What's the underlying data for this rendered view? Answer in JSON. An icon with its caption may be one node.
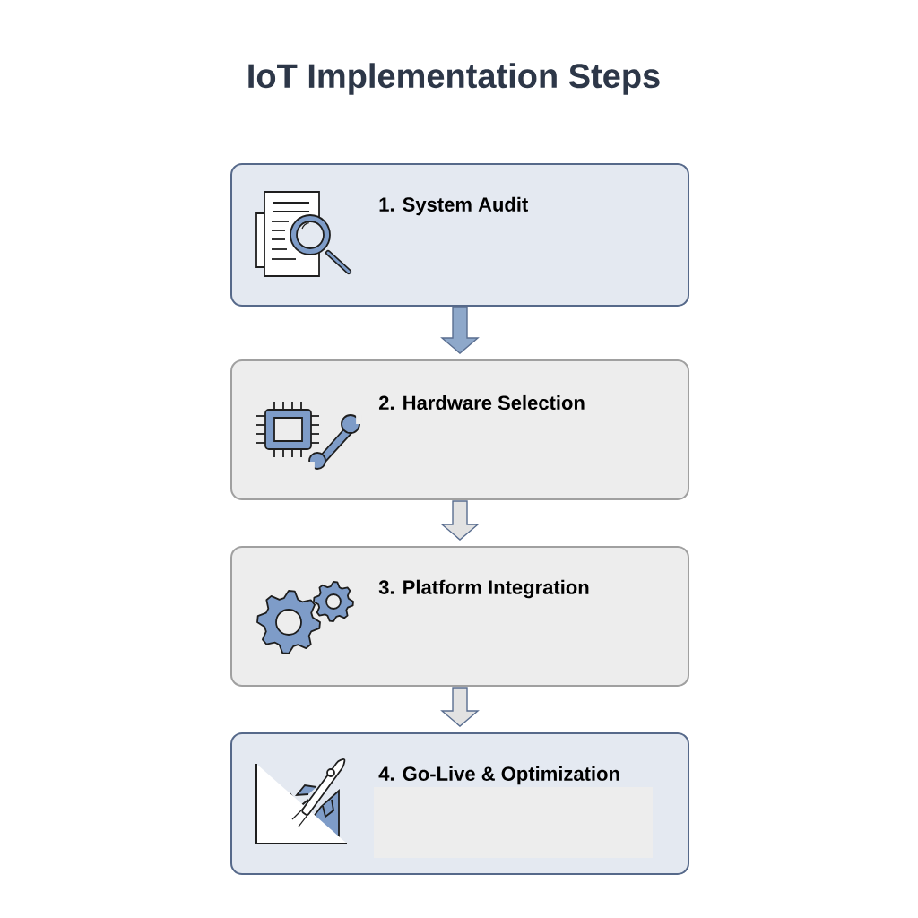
{
  "diagram": {
    "title": "IoT Implementation Steps",
    "nodes": [
      {
        "text": [
          "1. System Audit"
        ]
      },
      {
        "text": [
          "2. Hardware Selection"
        ]
      },
      {
        "text": [
          "3. Platform Integration"
        ]
      },
      {
        "text": [
          "4. Go-Live & Optimization"
        ]
      }
    ],
    "edges": [
      {
        "from": 0,
        "to": 1,
        "arrow": "to",
        "color": "#8ea8ca"
      },
      {
        "from": 1,
        "to": 2,
        "arrow": "to"
      },
      {
        "from": 2,
        "to": 3,
        "arrow": "to"
      }
    ]
  }
}
